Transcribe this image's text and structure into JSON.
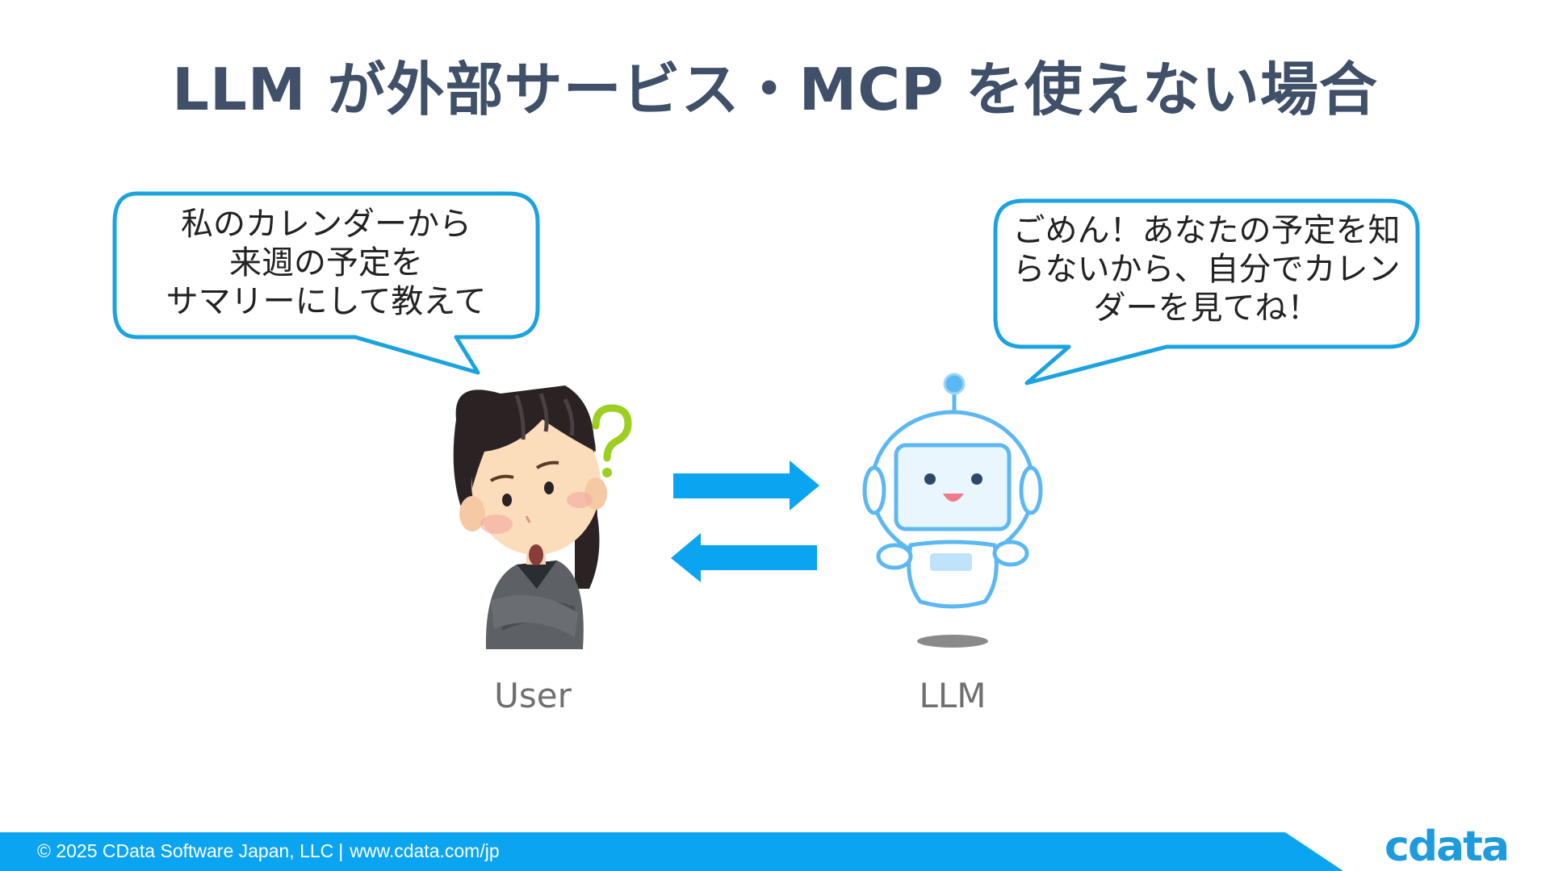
{
  "slide": {
    "title": "LLM が外部サービス・MCP を使えない場合"
  },
  "user_bubble": {
    "lines": [
      "私のカレンダーから",
      "来週の予定を",
      "サマリーにして教えて"
    ]
  },
  "llm_bubble": {
    "lines": [
      "ごめん！あなたの予定を知",
      "らないから、自分でカレン",
      "ダーを見てね！"
    ]
  },
  "actors": {
    "user_label": "User",
    "llm_label": "LLM"
  },
  "footer": {
    "copyright": "© 2025 CData Software Japan, LLC",
    "separator": "|",
    "url": "www.cdata.com/jp",
    "logo": "cdata"
  },
  "colors": {
    "accent": "#0ba4f0",
    "bubble_border": "#1ba3e0",
    "title": "#3f5068",
    "robot_outline": "#5cb8f2",
    "footer": "#0ba4f0"
  },
  "icons": [
    "question-mark-icon",
    "arrow-right-icon",
    "arrow-left-icon"
  ]
}
